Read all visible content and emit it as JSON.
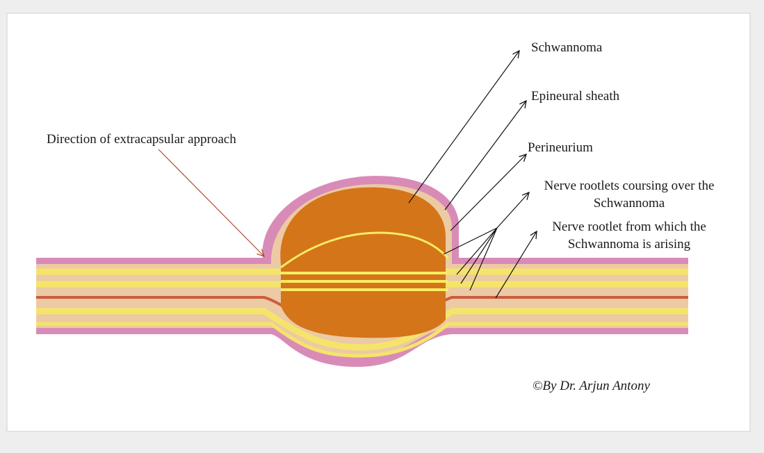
{
  "labels": {
    "schwannoma": "Schwannoma",
    "epineural_sheath": "Epineural sheath",
    "perineurium": "Perineurium",
    "rootlets_over_line1": "Nerve rootlets coursing over the",
    "rootlets_over_line2": "Schwannoma",
    "rootlet_origin_line1": "Nerve rootlet from which the",
    "rootlet_origin_line2": "Schwannoma is arising",
    "approach": "Direction of extracapsular approach"
  },
  "credit": "©By Dr. Arjun Antony",
  "colors": {
    "background": "#eeeeee",
    "panel": "#ffffff",
    "epineurium": "#d98bb8",
    "perineurium": "#eccaa3",
    "tumor": "#d4751a",
    "rootlet_yellow": "#f5e46a",
    "rootlet_red": "#cc5c40",
    "approach_arrow": "#b04a28",
    "leader_arrows": "#111111"
  }
}
